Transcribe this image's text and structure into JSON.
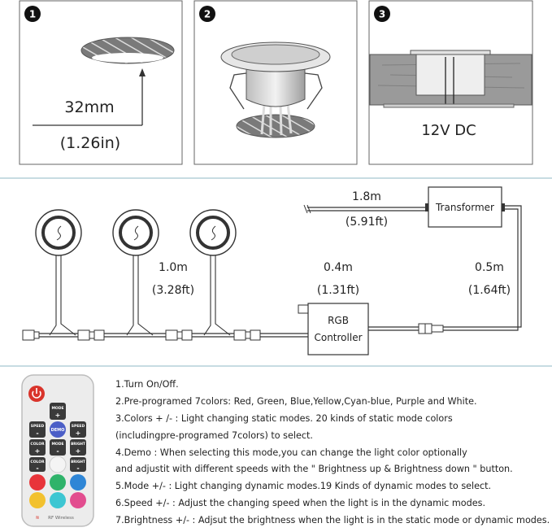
{
  "steps": [
    {
      "number": "1",
      "size": "32mm",
      "size_in": "(1.26in)"
    },
    {
      "number": "2"
    },
    {
      "number": "3",
      "voltage": "12V DC"
    }
  ],
  "wiring": {
    "cable_1_8": "1.8m",
    "cable_1_8_ft": "(5.91ft)",
    "transformer": "Transformer",
    "cable_1_0": "1.0m",
    "cable_1_0_ft": "(3.28ft)",
    "cable_0_4": "0.4m",
    "cable_0_4_ft": "(1.31ft)",
    "cable_0_5": "0.5m",
    "cable_0_5_ft": "(1.64ft)",
    "controller_line1": "RGB",
    "controller_line2": "Controller"
  },
  "remote": {
    "buttons": {
      "mode_top": "MODE",
      "speed_left": "SPEED",
      "demo": "DEMO",
      "speed_right": "SPEED",
      "color_left": "COLOR",
      "mode_mid": "MODE",
      "bright_top": "BRIGHT",
      "color_bottom": "COLOR",
      "bright_bottom": "BRIGHT"
    },
    "brand": "RF Wireless",
    "colors": {
      "body": "#ececec",
      "power": "#d9342b",
      "key": "#3a3a3a",
      "demo": "#4b5ec7",
      "white": "#f4f4f4",
      "red": "#e8343a",
      "green": "#2fb36a",
      "blue": "#2f86d6",
      "yellow": "#f2c12e",
      "cyan": "#3dc6d2",
      "pink": "#e24d8f"
    }
  },
  "instructions": [
    "1.Turn On/Off.",
    "2.Pre-programed 7colors: Red, Green, Blue,Yellow,Cyan-blue, Purple and White.",
    "3.Colors + /- : Light changing static modes. 20 kinds of static mode colors",
    "(includingpre-programed 7colors) to select.",
    "4.Demo : When selecting this mode,you can change the light color optionally",
    "and adjustit with different speeds with the \" Brightness up & Brightness down \" button.",
    "5.Mode +/- : Light changing dynamic modes.19 Kinds of dynamic modes to select.",
    "6.Speed +/- : Adjust the changing speed when the light is in the dynamic modes.",
    "7.Brightness +/- : Adjsut the brightness when the light is in the static mode or dynamic modes."
  ]
}
